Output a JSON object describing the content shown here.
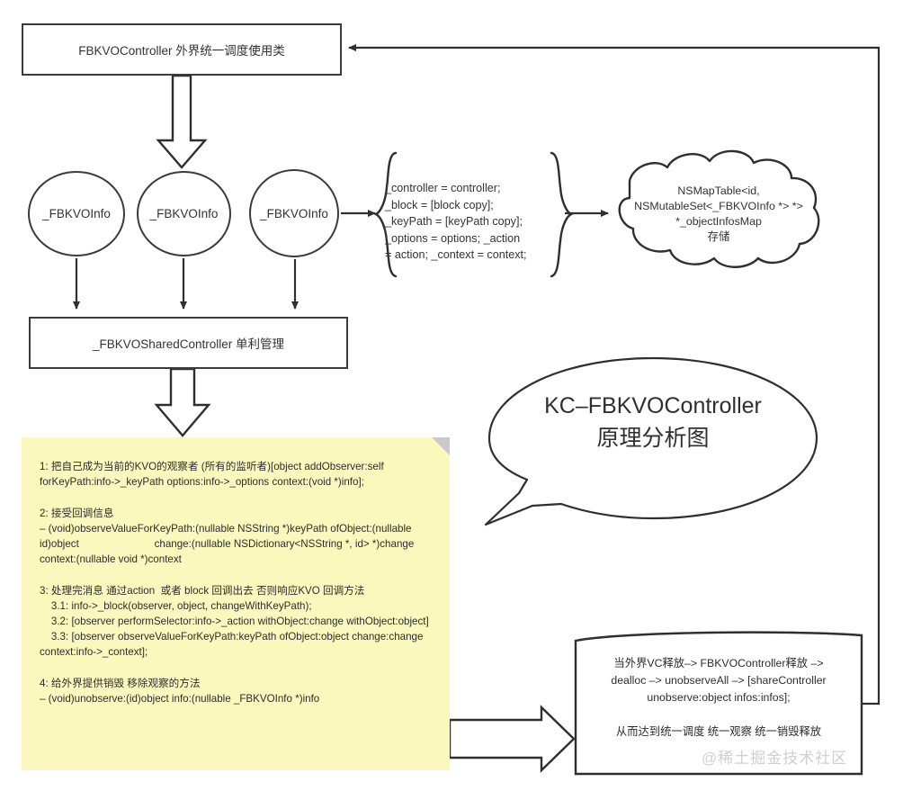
{
  "diagram": {
    "title": "KC-FBKVOController 原理分析图",
    "stroke_color": "#3b3b3b",
    "note_color": "#fbf8bd",
    "watermark": "@稀土掘金技术社区"
  },
  "nodes": {
    "top_box": {
      "label": "FBKVOController 外界统一调度使用类"
    },
    "info_circles": [
      {
        "label": "_FBKVOInfo"
      },
      {
        "label": "_FBKVOInfo"
      },
      {
        "label": "_FBKVOInfo"
      }
    ],
    "brace_block": {
      "code": "  _controller = controller;\n_block = [block copy];\n_keyPath = [keyPath copy];\n_options = options;    _action\n= action;    _context = context;"
    },
    "cloud": {
      "text": "NSMapTable<id,\nNSMutableSet<_FBKVOInfo *> *>\n*_objectInfosMap\n存储"
    },
    "shared_box": {
      "label": "_FBKVOSharedController  单利管理"
    },
    "bubble": {
      "line1": "KC–FBKVOController",
      "line2": "原理分析图",
      "text": "KC–FBKVOController\n原理分析图"
    },
    "note": {
      "text": "1: 把自己成为当前的KVO的观察者 (所有的监听者)[object addObserver:self forKeyPath:info->_keyPath options:info->_options context:(void *)info];\n\n2: 接受回调信息\n– (void)observeValueForKeyPath:(nullable NSString *)keyPath ofObject:(nullable id)object                          change:(nullable NSDictionary<NSString *, id> *)change                          context:(nullable void *)context\n\n3: 处理完消息 通过action  或者 block 回调出去 否则响应KVO 回调方法\n    3.1: info->_block(observer, object, changeWithKeyPath);\n    3.2: [observer performSelector:info->_action withObject:change withObject:object]\n    3.3: [observer observeValueForKeyPath:keyPath ofObject:object change:change context:info->_context];\n\n4: 给外界提供销毁 移除观察的方法\n– (void)unobserve:(id)object info:(nullable _FBKVOInfo *)info"
    },
    "dealloc_box": {
      "text": "当外界VC释放–> FBKVOController释放 –>\ndealloc –> unobserveAll –> [shareController\nunobserve:object infos:infos];\n\n从而达到统一调度 统一观察 统一销毁释放"
    }
  }
}
